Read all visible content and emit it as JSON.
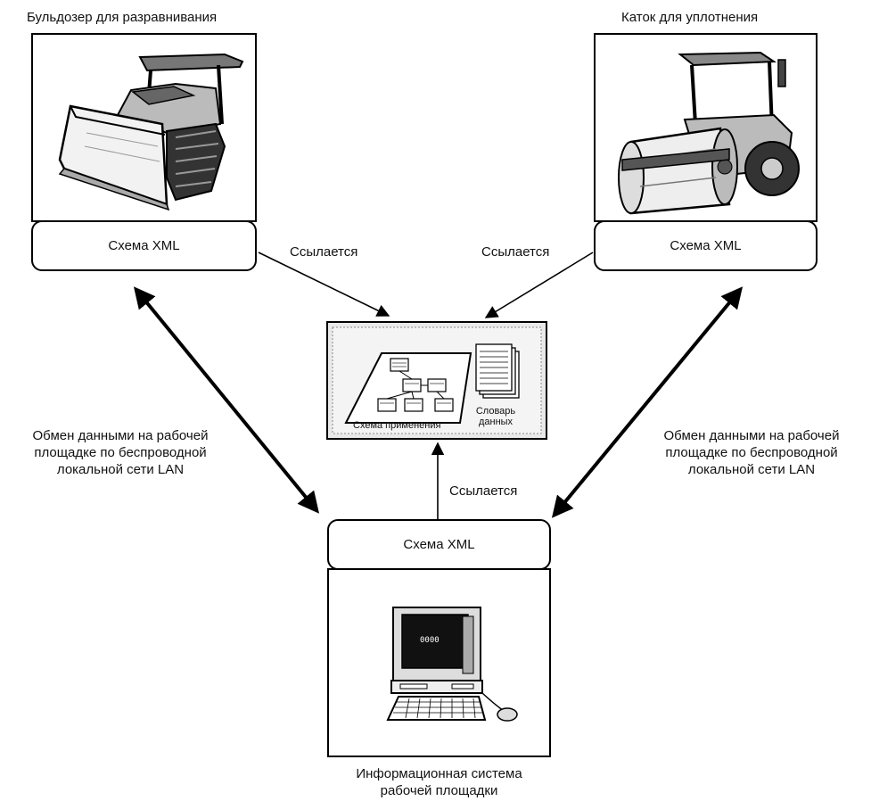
{
  "bulldozer": {
    "title": "Бульдозер для разравнивания",
    "xml_label": "Схема XML"
  },
  "roller": {
    "title": "Каток для уплотнения",
    "xml_label": "Схема XML"
  },
  "site_system": {
    "xml_label": "Схема XML",
    "caption_line1": "Информационная система",
    "caption_line2": "рабочей площадки",
    "screen_text": "0000"
  },
  "center": {
    "schema_label": "Схема применения",
    "dictionary_label_line1": "Словарь",
    "dictionary_label_line2": "данных"
  },
  "arrows": {
    "ref_left": "Ссылается",
    "ref_right": "Ссылается",
    "ref_bottom": "Ссылается"
  },
  "exchange": {
    "left_line1": "Обмен данными на рабочей",
    "left_line2": "площадке по беспроводной",
    "left_line3": "локальной сети LAN",
    "right_line1": "Обмен данными на рабочей",
    "right_line2": "площадке по беспроводной",
    "right_line3": "локальной сети LAN"
  }
}
